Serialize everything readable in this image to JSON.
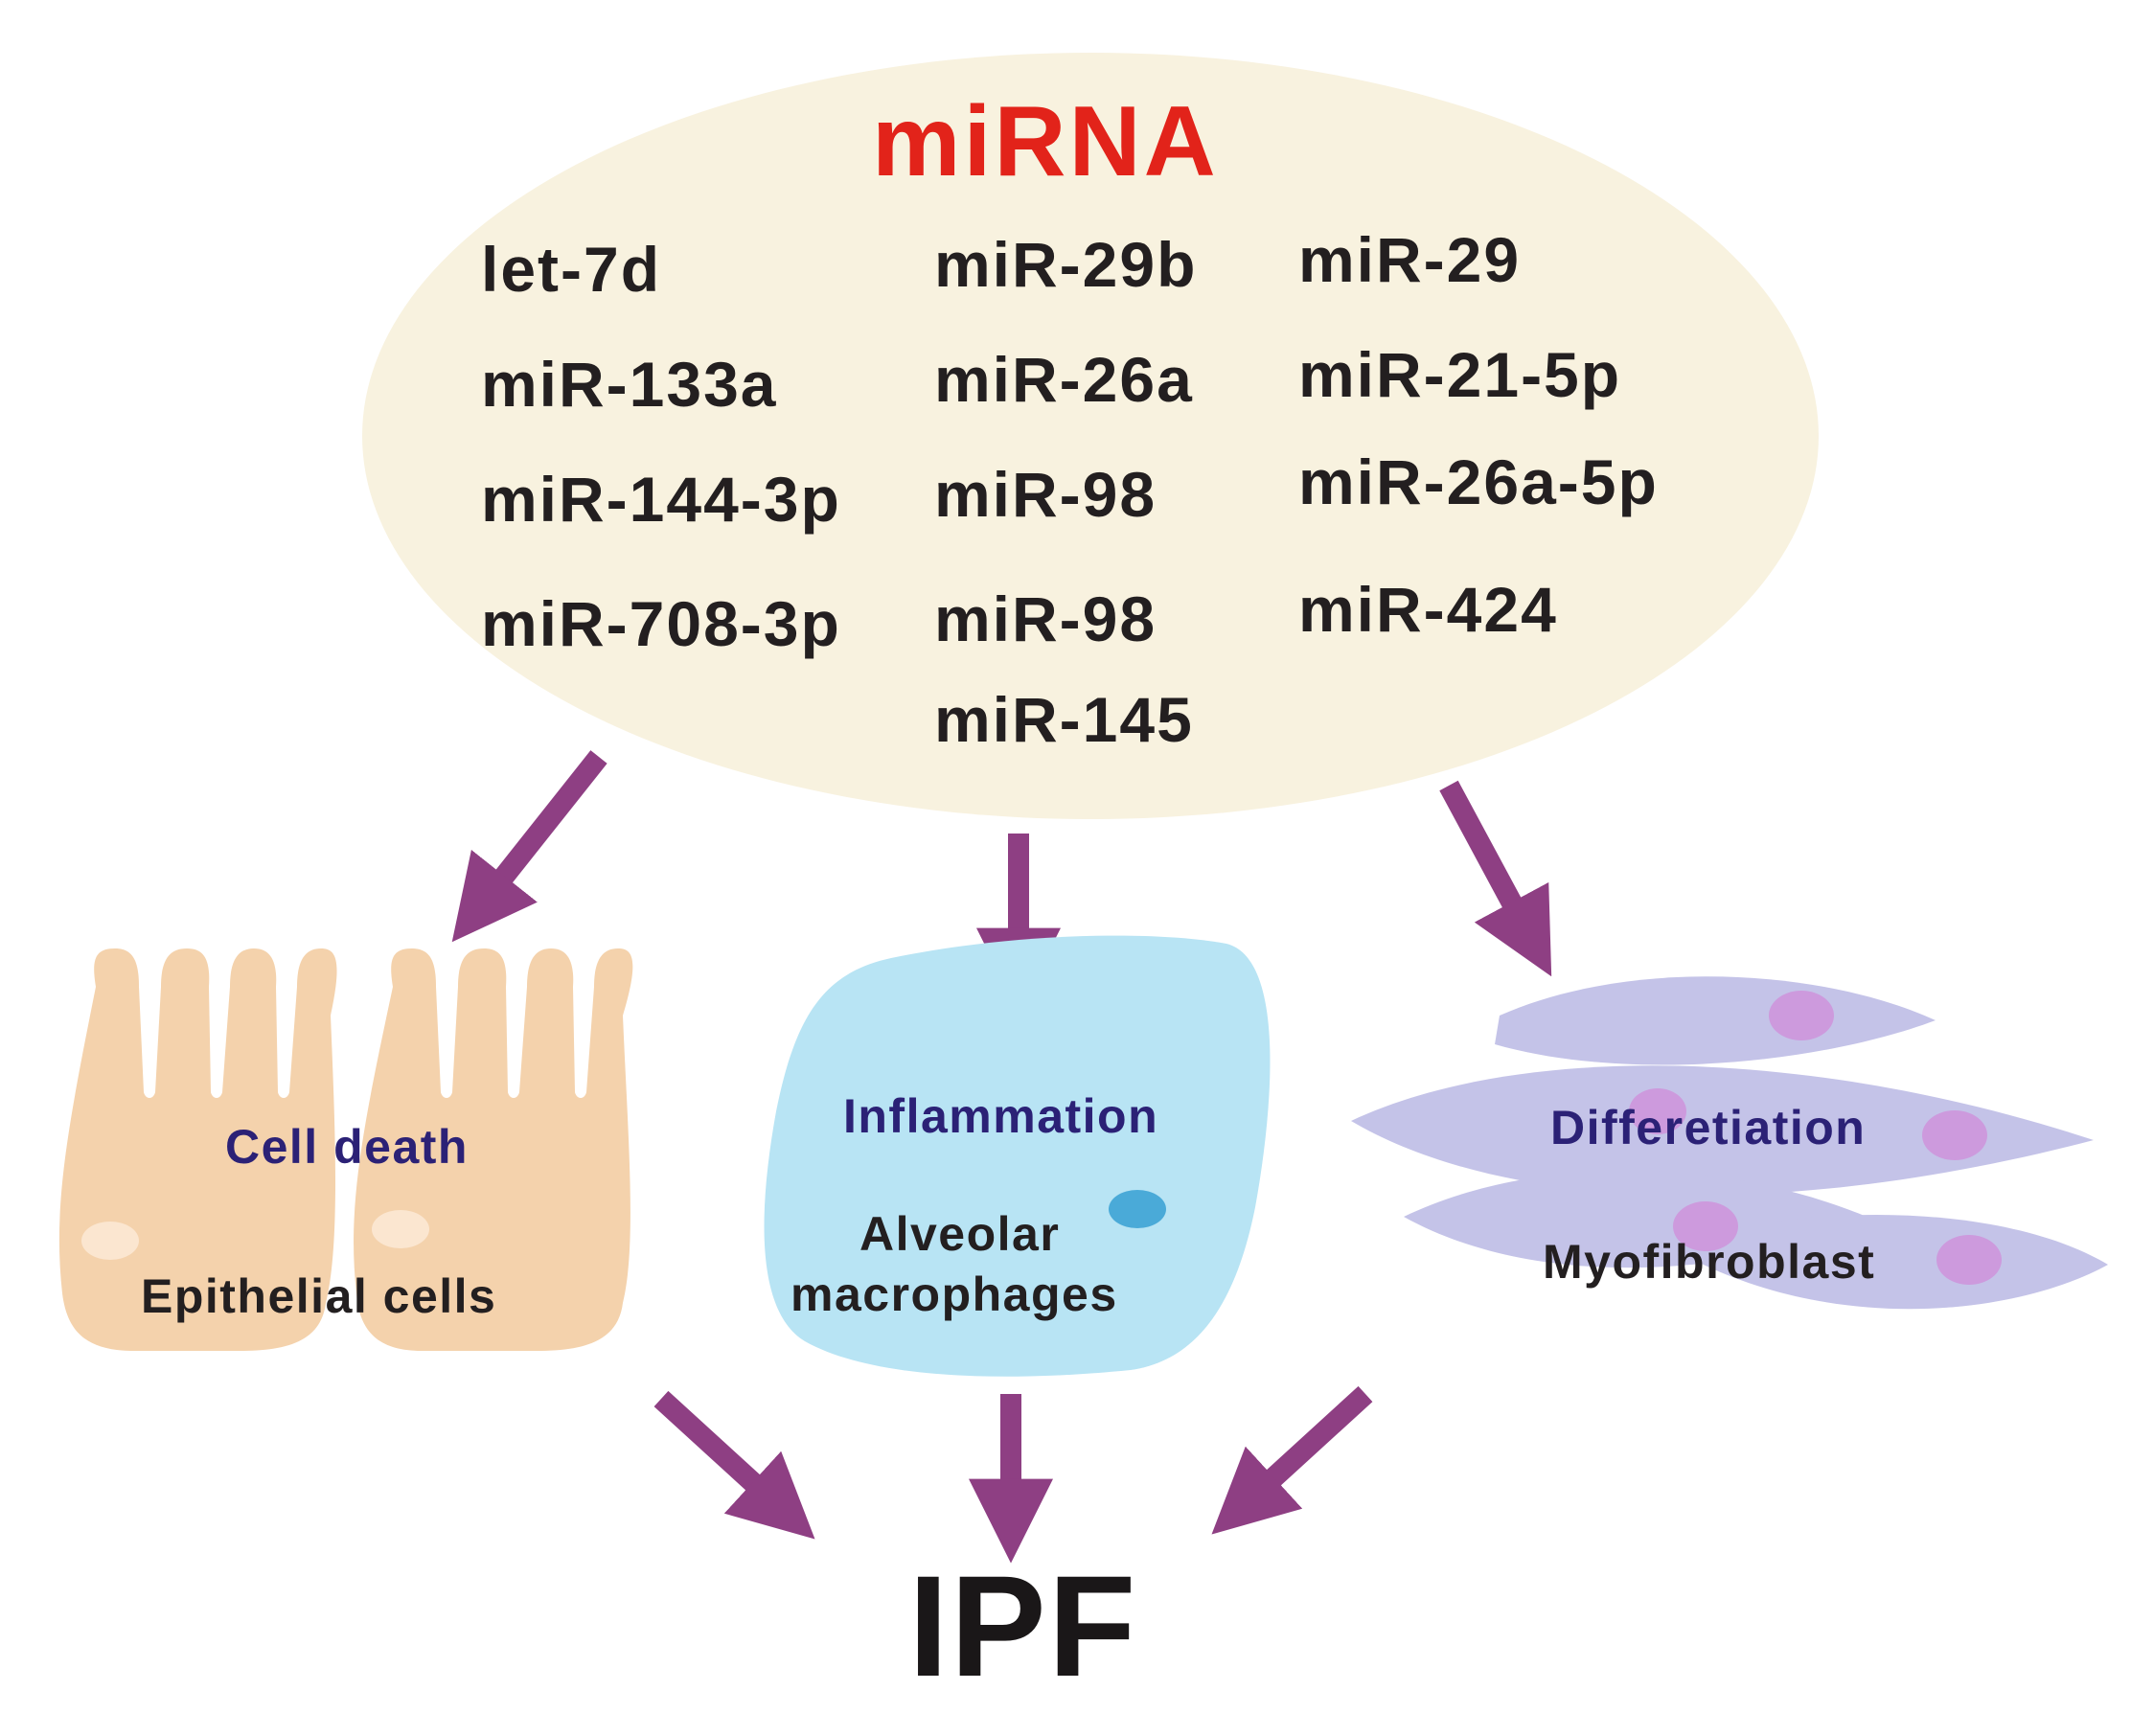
{
  "diagram": {
    "title": "miRNA",
    "mirnas": {
      "column1": [
        "let-7d",
        "miR-133a",
        "miR-144-3p",
        "miR-708-3p"
      ],
      "column2": [
        "miR-29b",
        "miR-26a",
        "miR-98",
        "miR-98",
        "miR-145"
      ],
      "column3": [
        "miR-29",
        "miR-21-5p",
        "miR-26a-5p",
        "miR-424"
      ]
    },
    "targets": {
      "epithelial": {
        "process": "Cell death",
        "cell": "Epithelial cells"
      },
      "macrophage": {
        "process": "Inflammation",
        "cell_line1": "Alveolar",
        "cell_line2": "macrophages"
      },
      "fibroblast": {
        "process": "Differetiation",
        "cell": "Myofibroblast"
      }
    },
    "outcome": "IPF"
  },
  "colors": {
    "title": "#e2231a",
    "oval": "#f8f2df",
    "arrow": "#8e3f83",
    "epithelial": "#f4d2ac",
    "macrophage": "#b8e4f4",
    "fibroblast": "#c4c3e8",
    "nucleus": "#cd9add",
    "process_text": "#2b2176"
  }
}
